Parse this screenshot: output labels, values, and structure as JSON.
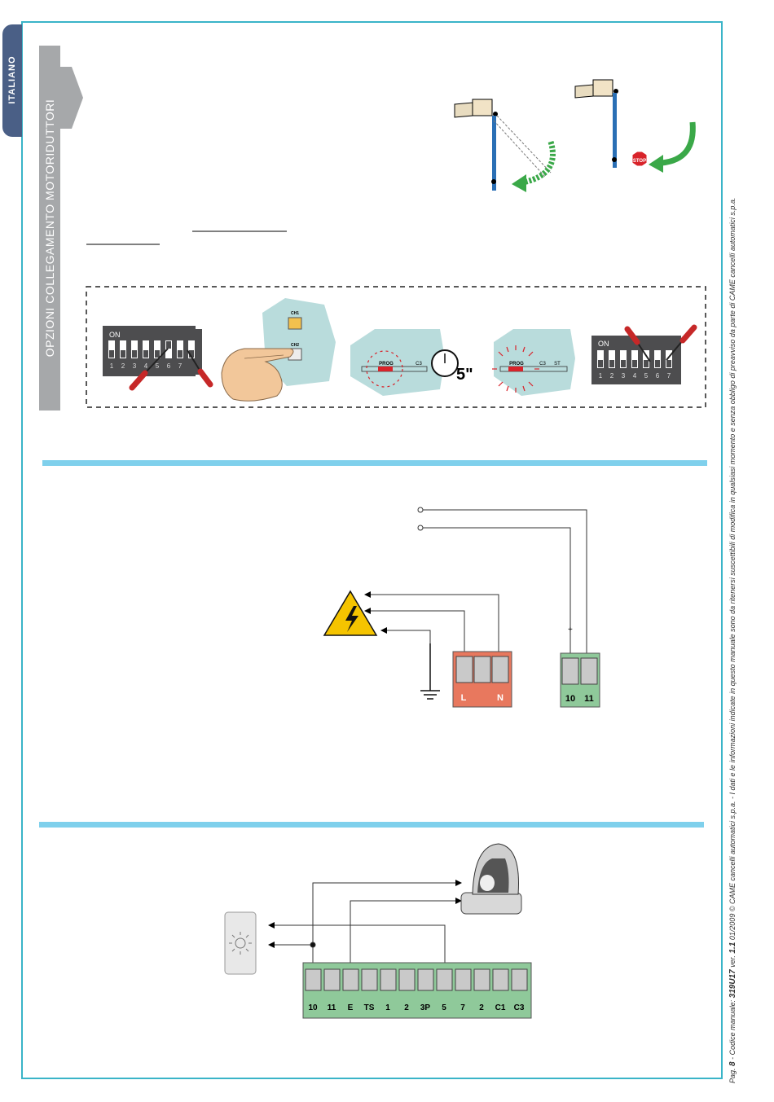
{
  "sidebar": {
    "language_tab": "ITALIANO"
  },
  "section": {
    "title": "OPZIONI COLLEGAMENTO MOTORIDUTTORI"
  },
  "stop_sign": {
    "label": "STOP"
  },
  "dip_switch": {
    "on_label": "ON",
    "numbers": [
      "1",
      "2",
      "3",
      "4",
      "5",
      "6",
      "7"
    ]
  },
  "control_board": {
    "ch1_label": "CH1",
    "ch2_label": "CH2",
    "prog_label": "PROG",
    "c3_label": "C3",
    "st_label": "ST"
  },
  "timer": {
    "label": "5\""
  },
  "power_terminal": {
    "labels": [
      "L",
      "N"
    ]
  },
  "low_voltage_terminal": {
    "labels": [
      "10",
      "11"
    ],
    "plus_mark": "+"
  },
  "main_terminal": {
    "labels": [
      "10",
      "11",
      "E",
      "TS",
      "1",
      "2",
      "3P",
      "5",
      "7",
      "2",
      "C1",
      "C3"
    ]
  },
  "footer": {
    "prefix": "Pag.",
    "page": "8",
    "manual_text": "- Codice manuale:",
    "code": "319U17",
    "ver_text": "ver.",
    "version": "1.1",
    "rest": "01/2009 © CAME cancelli automatici s.p.a. - I dati e le informazioni indicate in questo manuale sono da ritenersi suscettibili di modifica in qualsiasi momento e senza obbligo di preavviso da parte di CAME cancelli automatici s.p.a."
  },
  "colors": {
    "frame": "#3ab4c8",
    "section_rule": "#7fd0ec",
    "terminal_green": "#8fc99a",
    "terminal_orange": "#e8785e",
    "arm_blue": "#2a6fb5",
    "arrow_green": "#3aa848",
    "banner_grey": "#a6a8aa",
    "tab_navy": "#4a5f86"
  },
  "icons": [
    "hazard-icon",
    "ground-icon",
    "stop-icon",
    "clock-icon",
    "hand-icon",
    "screwdriver-icon",
    "flashing-lamp-icon",
    "photocell-icon"
  ]
}
